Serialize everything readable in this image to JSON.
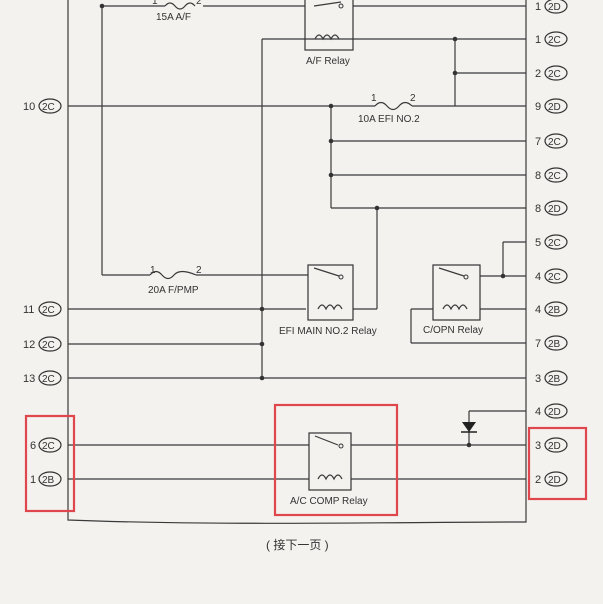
{
  "diagram": {
    "left_terminals": [
      {
        "pin": "10",
        "conn": "2C"
      },
      {
        "pin": "11",
        "conn": "2C"
      },
      {
        "pin": "12",
        "conn": "2C"
      },
      {
        "pin": "13",
        "conn": "2C"
      },
      {
        "pin": "6",
        "conn": "2C"
      },
      {
        "pin": "1",
        "conn": "2B"
      }
    ],
    "right_terminals": [
      {
        "pin": "1",
        "conn": "2D"
      },
      {
        "pin": "1",
        "conn": "2C"
      },
      {
        "pin": "2",
        "conn": "2C"
      },
      {
        "pin": "9",
        "conn": "2D"
      },
      {
        "pin": "7",
        "conn": "2C"
      },
      {
        "pin": "8",
        "conn": "2C"
      },
      {
        "pin": "8",
        "conn": "2D"
      },
      {
        "pin": "5",
        "conn": "2C"
      },
      {
        "pin": "4",
        "conn": "2C"
      },
      {
        "pin": "4",
        "conn": "2B"
      },
      {
        "pin": "7",
        "conn": "2B"
      },
      {
        "pin": "3",
        "conn": "2B"
      },
      {
        "pin": "4",
        "conn": "2D"
      },
      {
        "pin": "3",
        "conn": "2D"
      },
      {
        "pin": "2",
        "conn": "2D"
      }
    ],
    "fuses": [
      {
        "label": "15A A/F",
        "pin_a": "1",
        "pin_b": "2"
      },
      {
        "label": "10A EFI NO.2",
        "pin_a": "1",
        "pin_b": "2"
      },
      {
        "label": "20A F/PMP",
        "pin_a": "1",
        "pin_b": "2"
      }
    ],
    "relays": [
      {
        "label": "A/F Relay"
      },
      {
        "label": "EFI MAIN NO.2 Relay"
      },
      {
        "label": "C/OPN Relay"
      },
      {
        "label": "A/C COMP Relay"
      }
    ],
    "footer": "( 接下一页 )",
    "highlight_color": "#e0474c"
  }
}
